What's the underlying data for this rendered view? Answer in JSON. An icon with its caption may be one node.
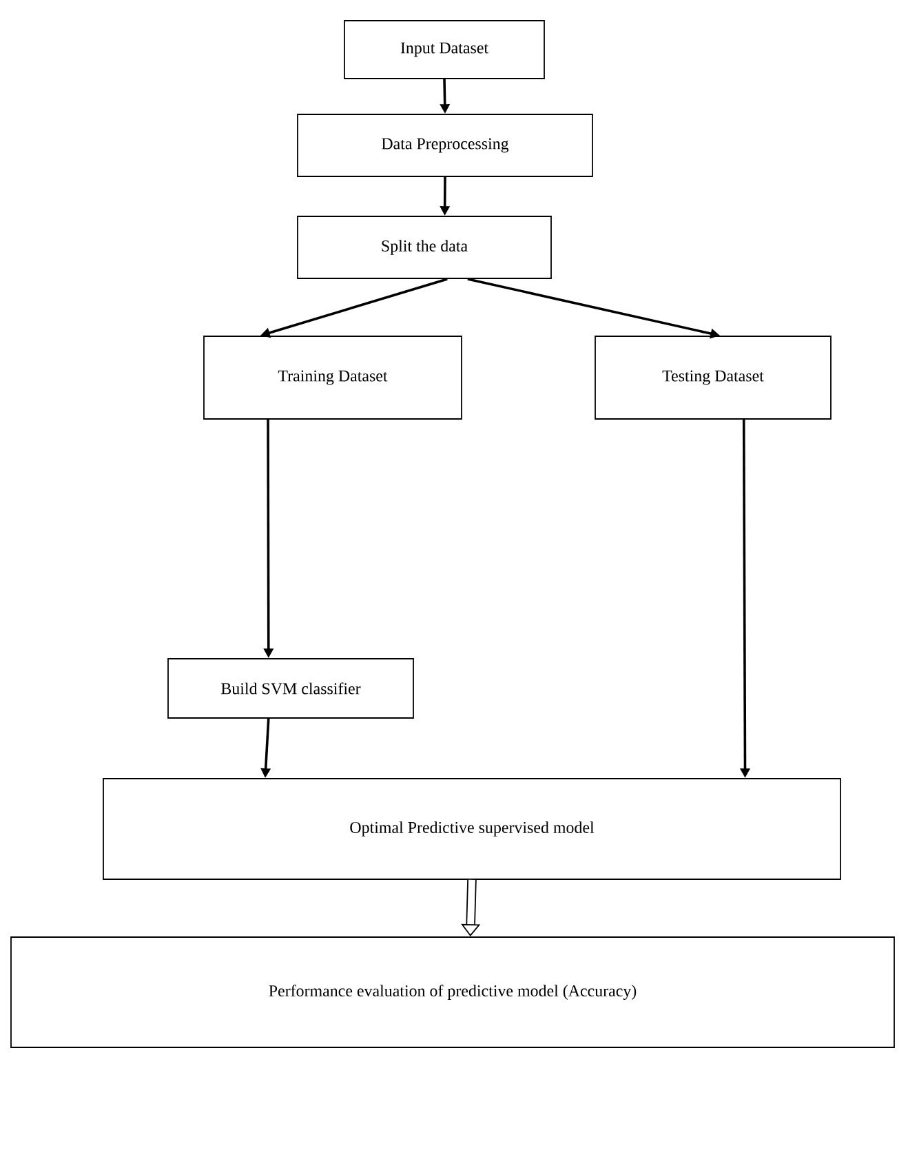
{
  "diagram": {
    "nodes": [
      {
        "text": [
          "Input Dataset"
        ]
      },
      {
        "text": [
          "Data Preprocessing"
        ]
      },
      {
        "text": [
          "Split the data"
        ]
      },
      {
        "text": [
          "Training Dataset"
        ]
      },
      {
        "text": [
          "Testing Dataset"
        ]
      },
      {
        "text": [
          "Build SVM classifier"
        ]
      },
      {
        "text": [
          "Optimal Predictive supervised model"
        ]
      },
      {
        "text": [
          "Performance evaluation of predictive model (Accuracy)"
        ]
      }
    ],
    "edges": [
      {
        "from": 0,
        "to": 1,
        "arrow": "to"
      },
      {
        "from": 1,
        "to": 2,
        "arrow": "to"
      },
      {
        "from": 2,
        "to": 3,
        "arrow": "to"
      },
      {
        "from": 2,
        "to": 4,
        "arrow": "to"
      },
      {
        "from": 3,
        "to": 5,
        "arrow": "to"
      },
      {
        "from": 5,
        "to": 6,
        "arrow": "to"
      },
      {
        "from": 4,
        "to": 6,
        "arrow": "to"
      },
      {
        "from": 6,
        "to": 7,
        "arrow": "to",
        "style": "thick"
      }
    ]
  }
}
